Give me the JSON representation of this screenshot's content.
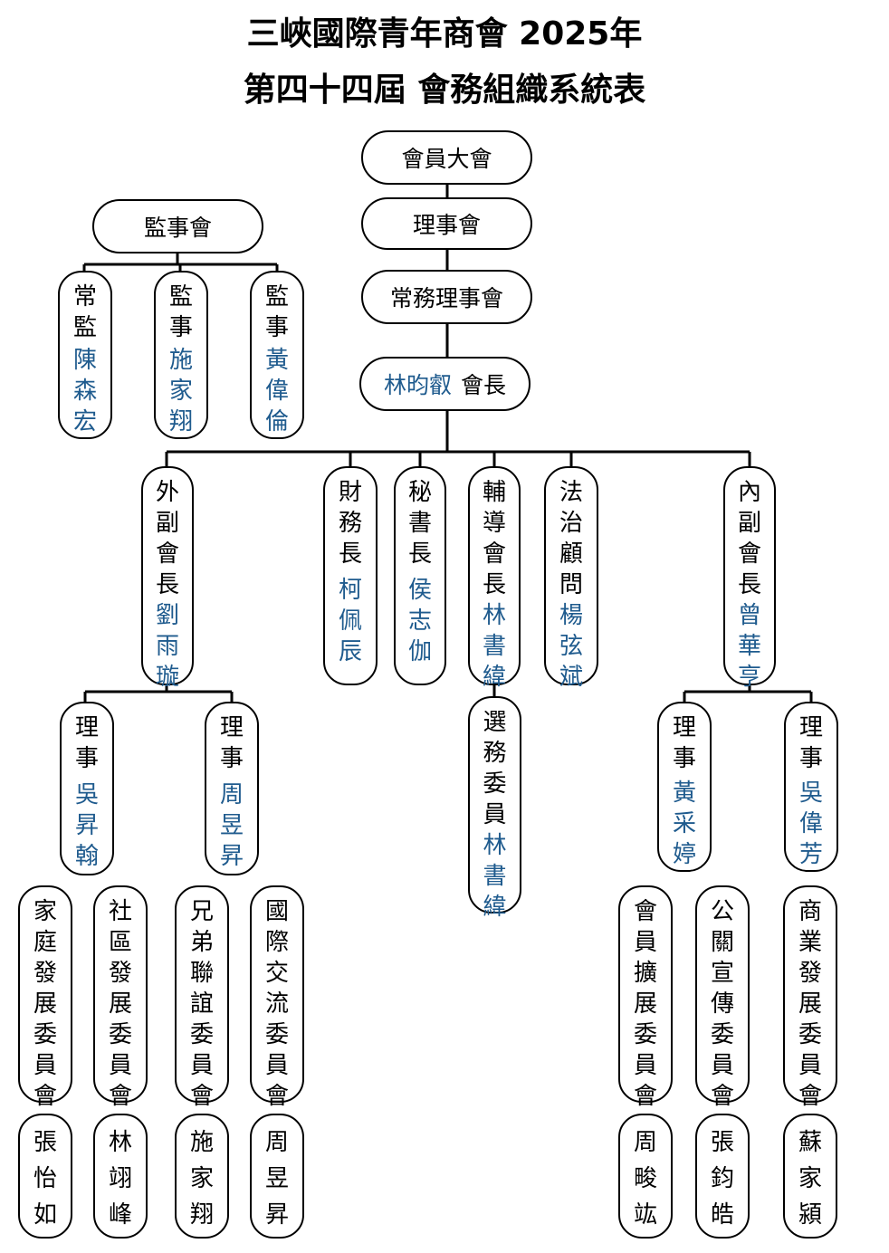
{
  "title_line1": "三峽國際青年商會 2025年",
  "title_line2": "第四十四屆 會務組織系統表",
  "top": {
    "general_assembly": "會員大會",
    "board": "理事會",
    "standing_board": "常務理事會",
    "president_name": "林昀叡",
    "president_title": "會長"
  },
  "supervisors": {
    "header": "監事會",
    "members": [
      {
        "role": "常監",
        "name": "陳森宏"
      },
      {
        "role": "監事",
        "name": "施家翔"
      },
      {
        "role": "監事",
        "name": "黃偉倫"
      }
    ]
  },
  "officers": [
    {
      "role": "外副會長",
      "name": "劉雨璇"
    },
    {
      "role": "財務長",
      "name": "柯佩辰"
    },
    {
      "role": "秘書長",
      "name": "侯志伽"
    },
    {
      "role": "輔導會長",
      "name": "林書緯"
    },
    {
      "role": "法治顧問",
      "name": "楊弦斌"
    },
    {
      "role": "內副會長",
      "name": "曾華亨"
    }
  ],
  "election": {
    "role": "選務委員",
    "name": "林書緯"
  },
  "external_directors": [
    {
      "role": "理事",
      "name": "吳昇翰"
    },
    {
      "role": "理事",
      "name": "周昱昇"
    }
  ],
  "internal_directors": [
    {
      "role": "理事",
      "name": "黃采婷"
    },
    {
      "role": "理事",
      "name": "吳偉芳"
    }
  ],
  "external_committees": [
    {
      "name": "家庭發展委員會",
      "chair": "張怡如"
    },
    {
      "name": "社區發展委員會",
      "chair": "林翊峰"
    },
    {
      "name": "兄弟聯誼委員會",
      "chair": "施家翔"
    },
    {
      "name": "國際交流委員會",
      "chair": "周昱昇"
    }
  ],
  "internal_committees": [
    {
      "name": "會員擴展委員會",
      "chair": "周畯竑"
    },
    {
      "name": "公關宣傳委員會",
      "chair": "張鈞皓"
    },
    {
      "name": "商業發展委員會",
      "chair": "蘇家潁"
    }
  ],
  "colors": {
    "name_blue": "#1f5b8e",
    "line": "#000000"
  }
}
